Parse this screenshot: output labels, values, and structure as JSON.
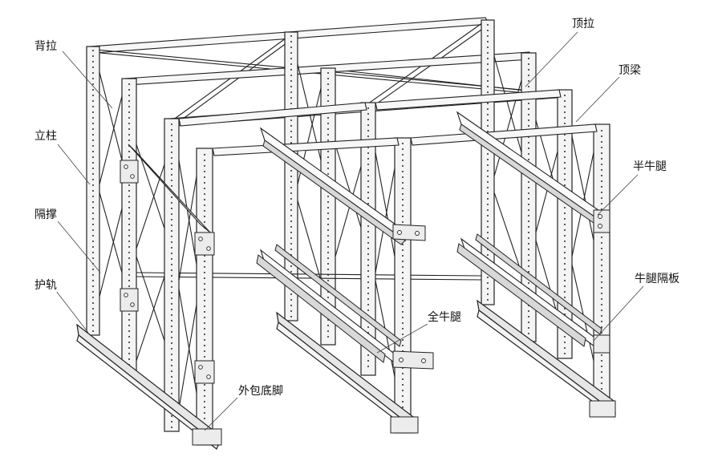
{
  "labels": {
    "beili": "背拉",
    "lizhu": "立柱",
    "gecheng": "隔撑",
    "hugui": "护轨",
    "dingla": "顶拉",
    "dingliang": "顶梁",
    "banniutui": "半牛腿",
    "niutuigeban": "牛腿隔板",
    "quanniutui": "全牛腿",
    "waibaodijiao": "外包底脚"
  }
}
